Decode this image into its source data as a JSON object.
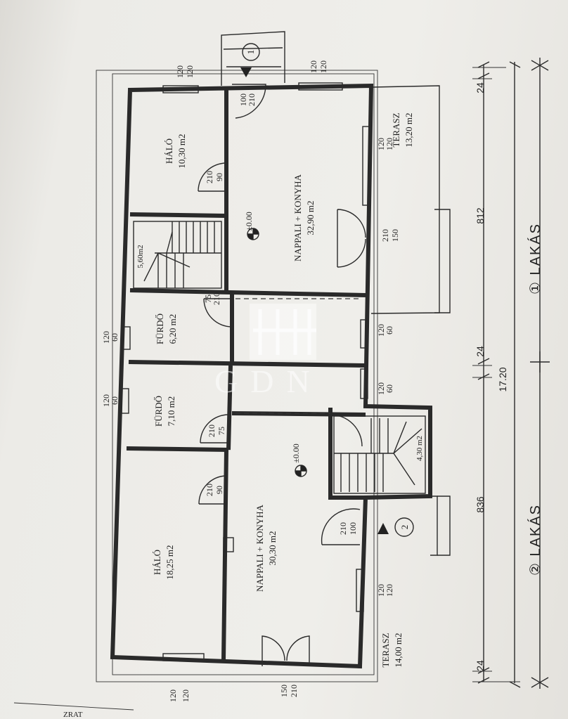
{
  "rooms": {
    "halo_top": {
      "name": "HÁLÓ",
      "area": "10,30 m2"
    },
    "nappali_top": {
      "name": "NAPPALI + KONYHA",
      "area": "32,90 m2"
    },
    "terasz_top": {
      "name": "TERASZ",
      "area": "13,20 m2"
    },
    "stair_top": {
      "area": "5,60m2"
    },
    "furdo_a": {
      "name": "FÜRDŐ",
      "area": "6,20 m2"
    },
    "furdo_b": {
      "name": "FÜRDŐ",
      "area": "7,10 m2"
    },
    "stair_bottom": {
      "area": "4,30 m2"
    },
    "halo_bottom": {
      "name": "HÁLÓ",
      "area": "18,25 m2"
    },
    "nappali_bottom": {
      "name": "NAPPALI + KONYHA",
      "area": "30,30 m2"
    },
    "terasz_bottom": {
      "name": "TERASZ",
      "area": "14,00 m2"
    }
  },
  "levels": {
    "top": "±0.00",
    "bottom": "±0.00"
  },
  "entrances": {
    "one": "1",
    "two": "2"
  },
  "door_labels": {
    "d100_210": [
      "100",
      "210"
    ],
    "d90_210": [
      "90",
      "210"
    ],
    "d150_210": [
      "150",
      "210"
    ],
    "d75_210": [
      "75",
      "210"
    ],
    "d60_120": [
      "60",
      "120"
    ],
    "d120_120": [
      "120",
      "120"
    ]
  },
  "dimensions": {
    "d24": "24",
    "d812": "812",
    "d1720": "17.20",
    "d836": "836",
    "lakas1": "① LAKÁS",
    "lakas2": "② LAKÁS"
  },
  "watermark": "GDN",
  "corner_note": "ZRAT"
}
